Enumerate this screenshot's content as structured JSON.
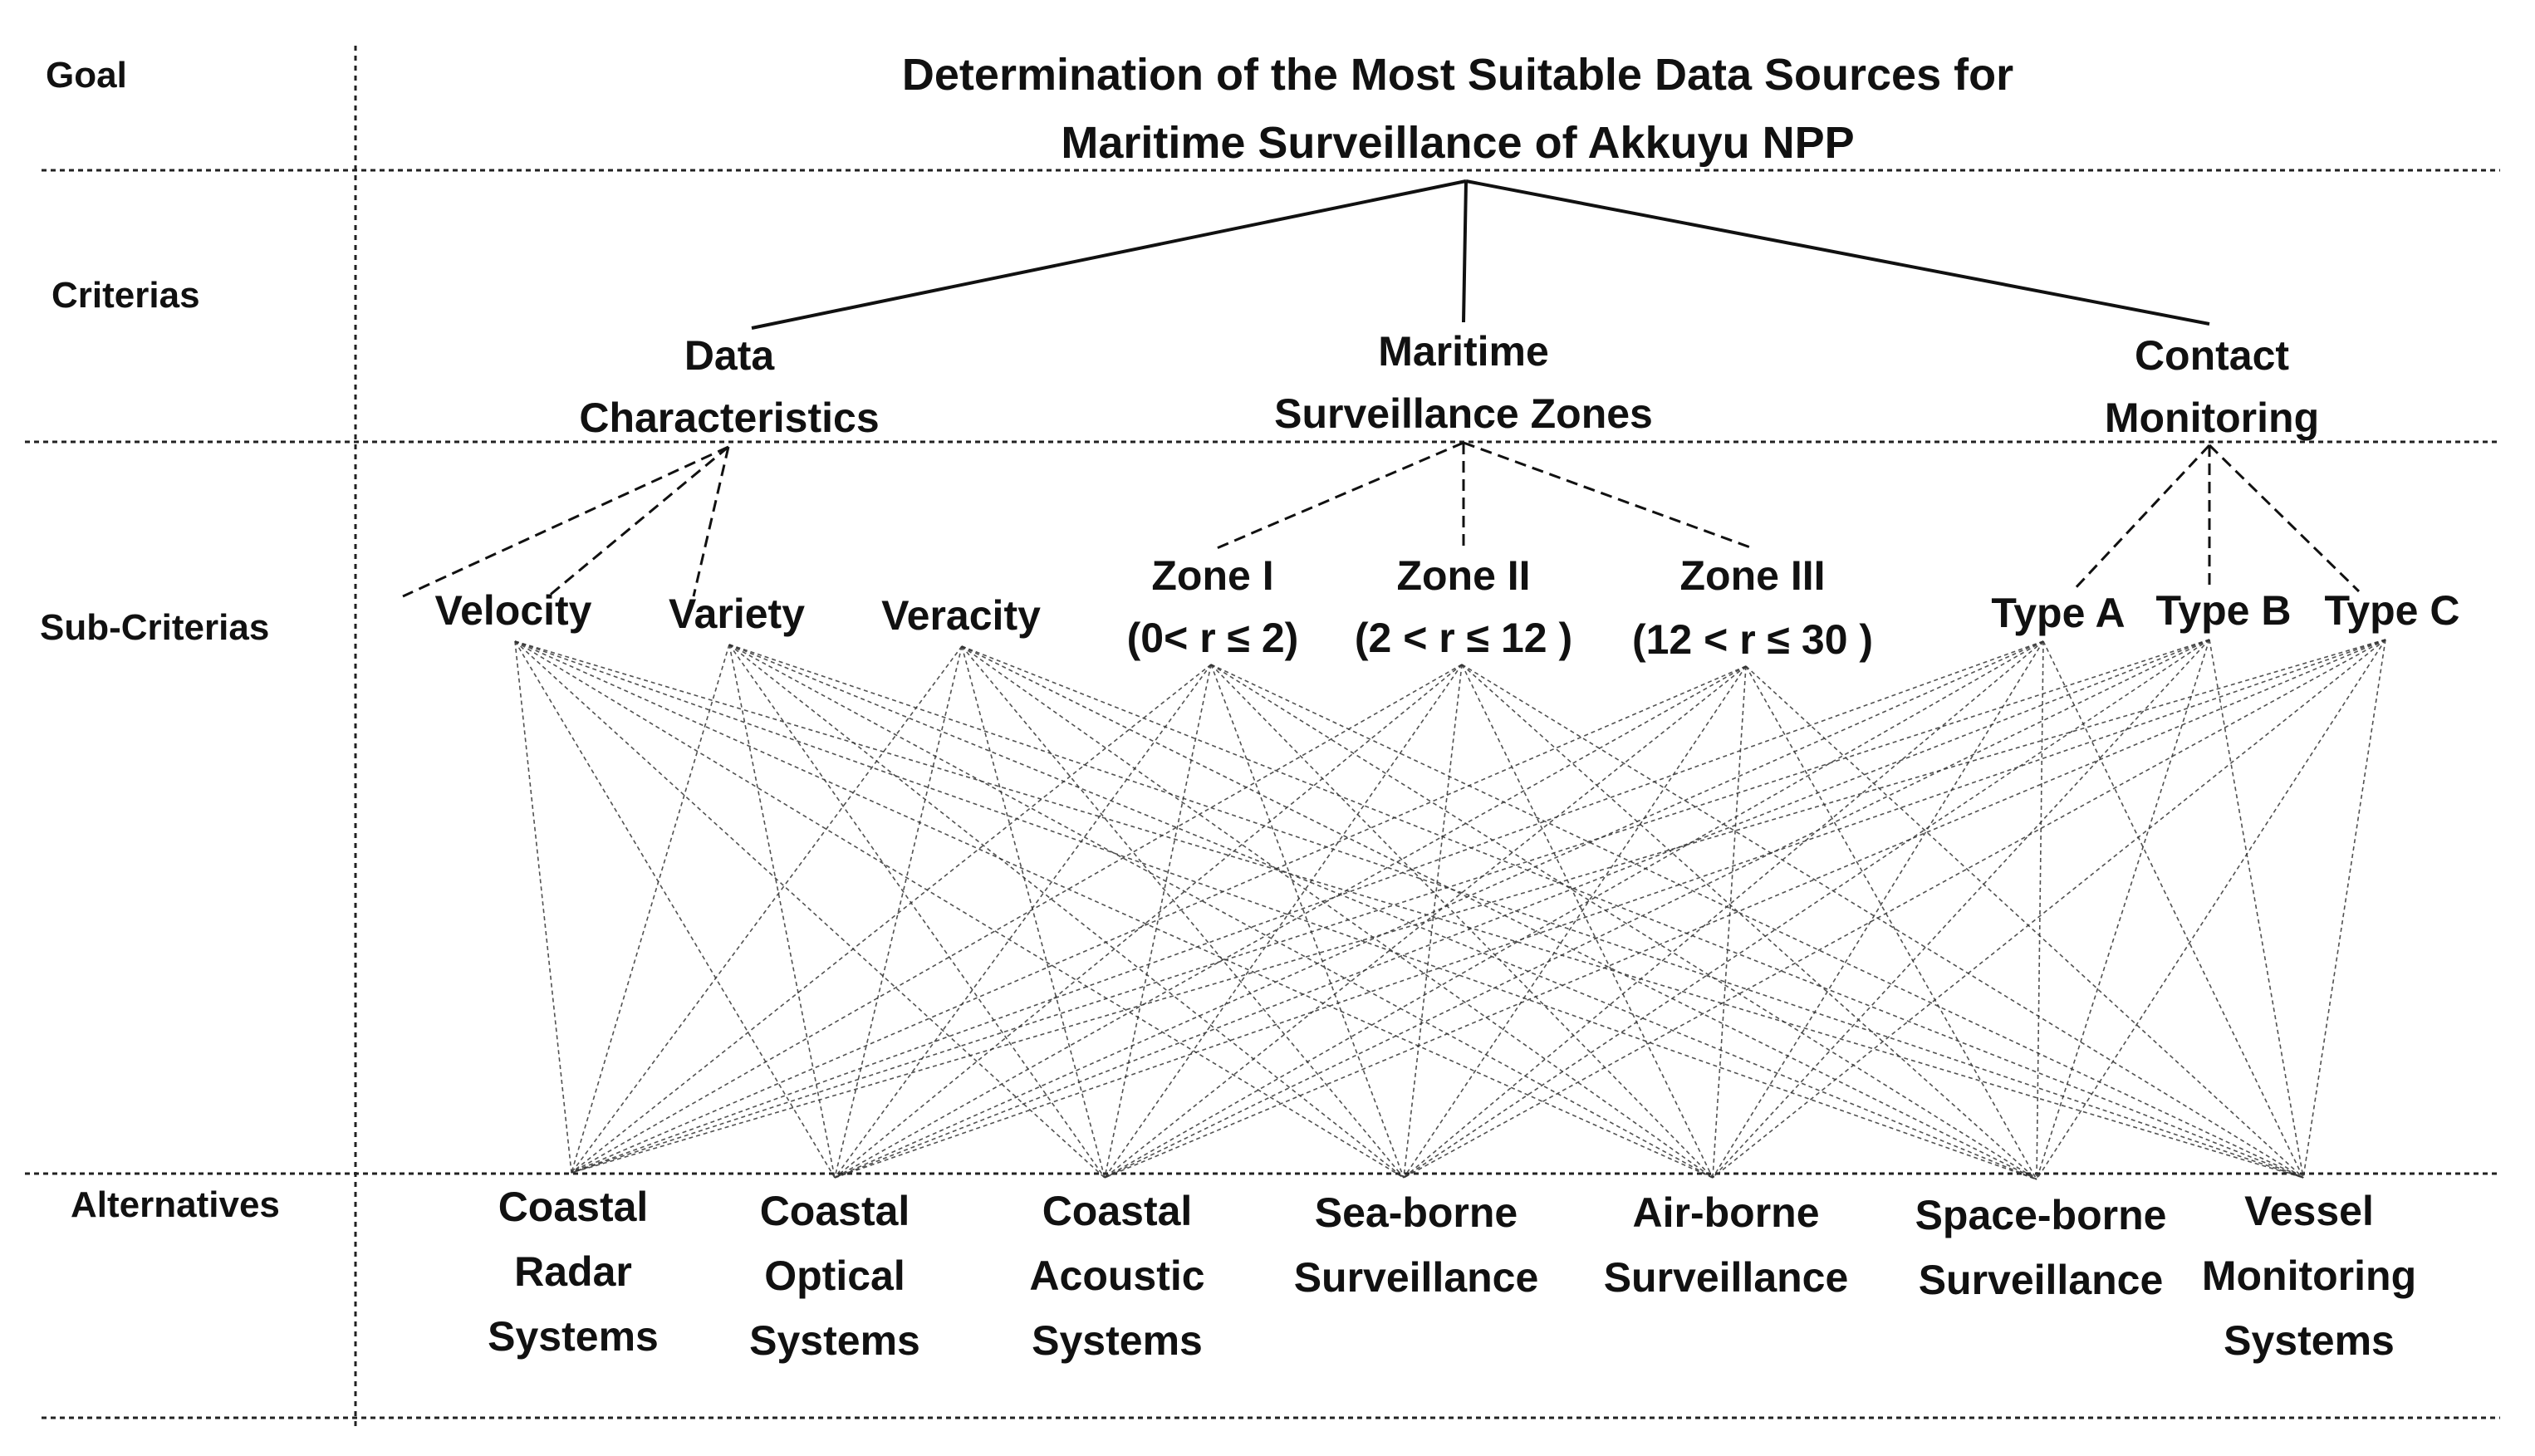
{
  "rows": {
    "goal": "Goal",
    "criteria": "Criterias",
    "subcriteria": "Sub-Criterias",
    "alternatives": "Alternatives"
  },
  "goal": {
    "lines": [
      "Determination of the Most Suitable Data Sources for",
      "Maritime Surveillance  of Akkuyu NPP"
    ]
  },
  "criteria": [
    {
      "id": "dc",
      "lines": [
        "Data",
        "Characteristics"
      ]
    },
    {
      "id": "msz",
      "lines": [
        "Maritime",
        "Surveillance Zones"
      ]
    },
    {
      "id": "cm",
      "lines": [
        "Contact",
        "Monitoring"
      ]
    }
  ],
  "subcriteria": [
    {
      "id": "velocity",
      "parent": "dc",
      "lines": [
        "Velocity"
      ]
    },
    {
      "id": "variety",
      "parent": "dc",
      "lines": [
        "Variety"
      ]
    },
    {
      "id": "veracity",
      "parent": "dc",
      "lines": [
        "Veracity"
      ]
    },
    {
      "id": "zone1",
      "parent": "msz",
      "lines": [
        "Zone I",
        "(0< r ≤ 2)"
      ]
    },
    {
      "id": "zone2",
      "parent": "msz",
      "lines": [
        "Zone II",
        "(2 < r  ≤ 12 )"
      ]
    },
    {
      "id": "zone3",
      "parent": "msz",
      "lines": [
        "Zone III",
        "(12 < r ≤ 30 )"
      ]
    },
    {
      "id": "typeA",
      "parent": "cm",
      "lines": [
        "Type A"
      ]
    },
    {
      "id": "typeB",
      "parent": "cm",
      "lines": [
        "Type B"
      ]
    },
    {
      "id": "typeC",
      "parent": "cm",
      "lines": [
        "Type C"
      ]
    }
  ],
  "alternatives": [
    {
      "id": "crs",
      "lines": [
        "Coastal",
        "Radar",
        "Systems"
      ]
    },
    {
      "id": "cos",
      "lines": [
        "Coastal",
        "Optical",
        "Systems"
      ]
    },
    {
      "id": "cas",
      "lines": [
        "Coastal",
        "Acoustic",
        "Systems"
      ]
    },
    {
      "id": "sbs",
      "lines": [
        "Sea-borne",
        "Surveillance"
      ]
    },
    {
      "id": "abs",
      "lines": [
        "Air-borne",
        "Surveillance"
      ]
    },
    {
      "id": "spbs",
      "lines": [
        "Space-borne",
        "Surveillance"
      ]
    },
    {
      "id": "vms",
      "lines": [
        "Vessel",
        "Monitoring",
        "Systems"
      ]
    }
  ],
  "connections": {
    "goal_to_criteria": "solid",
    "criteria_to_subcriteria": "dashed",
    "subcriteria_to_alternatives": "all-to-all"
  }
}
